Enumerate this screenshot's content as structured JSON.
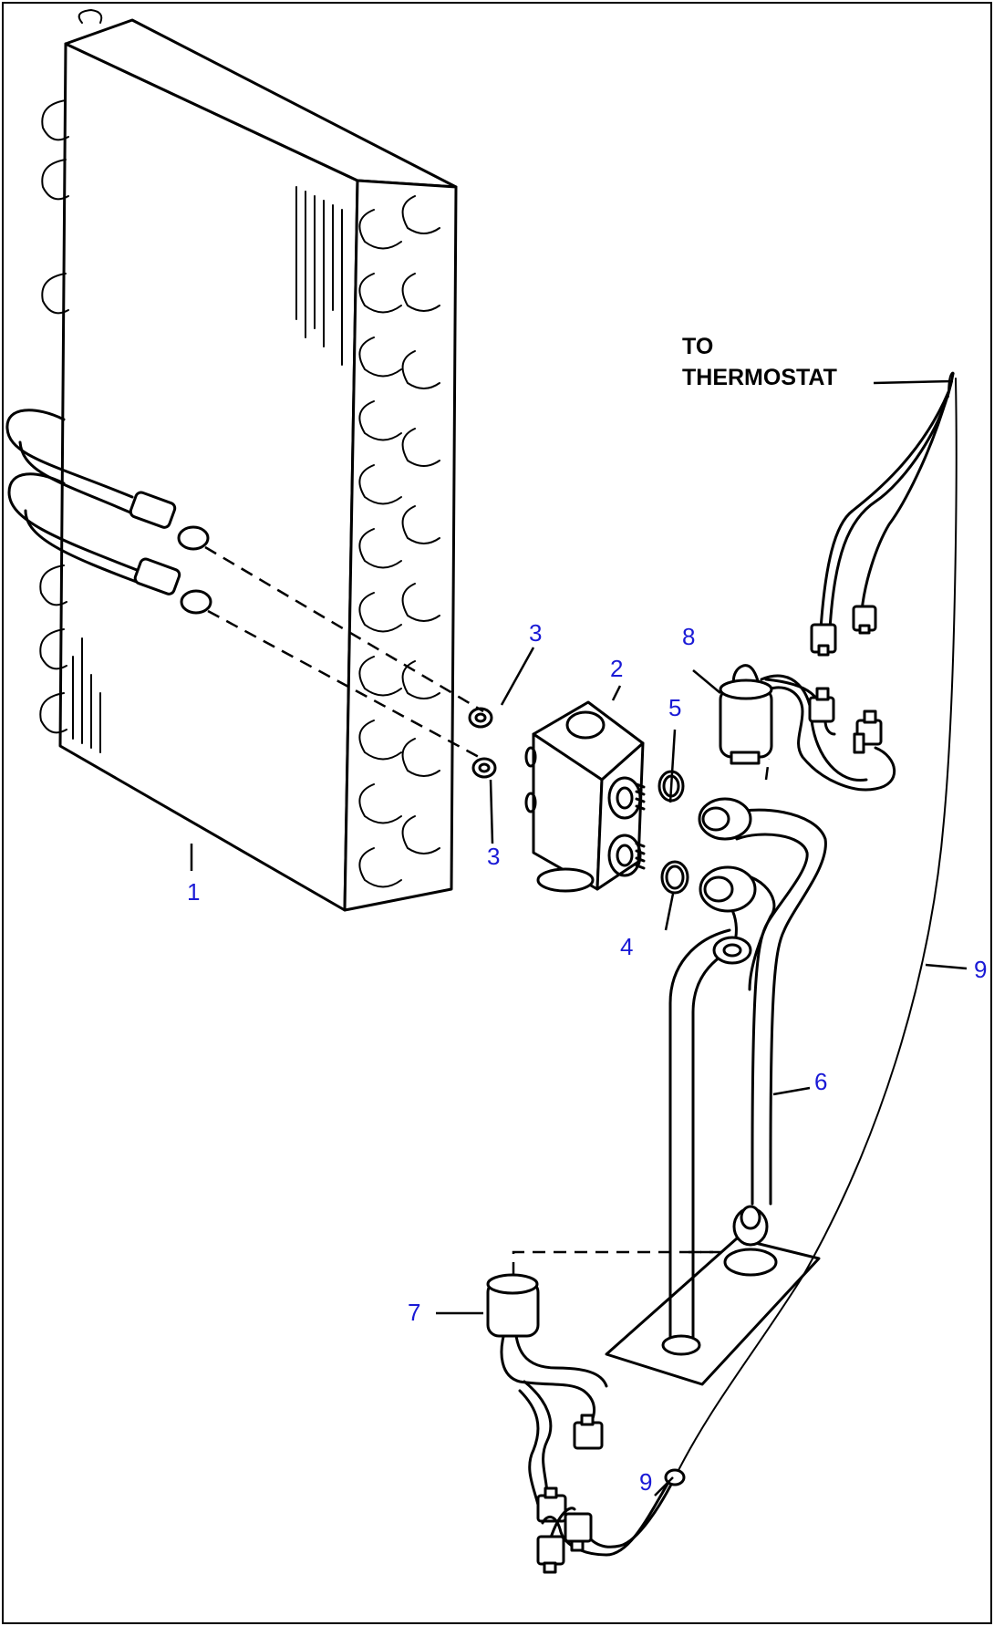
{
  "note": {
    "line1": "TO",
    "line2": "THERMOSTAT"
  },
  "callouts": [
    {
      "id": "c1",
      "label": "1"
    },
    {
      "id": "c2",
      "label": "2"
    },
    {
      "id": "c3a",
      "label": "3"
    },
    {
      "id": "c3b",
      "label": "3"
    },
    {
      "id": "c4",
      "label": "4"
    },
    {
      "id": "c5",
      "label": "5"
    },
    {
      "id": "c6",
      "label": "6"
    },
    {
      "id": "c7",
      "label": "7"
    },
    {
      "id": "c8",
      "label": "8"
    },
    {
      "id": "c9a",
      "label": "9"
    },
    {
      "id": "c9b",
      "label": "9"
    }
  ],
  "colors": {
    "line": "#000000",
    "callout": "#1a1ad6",
    "background": "#ffffff"
  }
}
